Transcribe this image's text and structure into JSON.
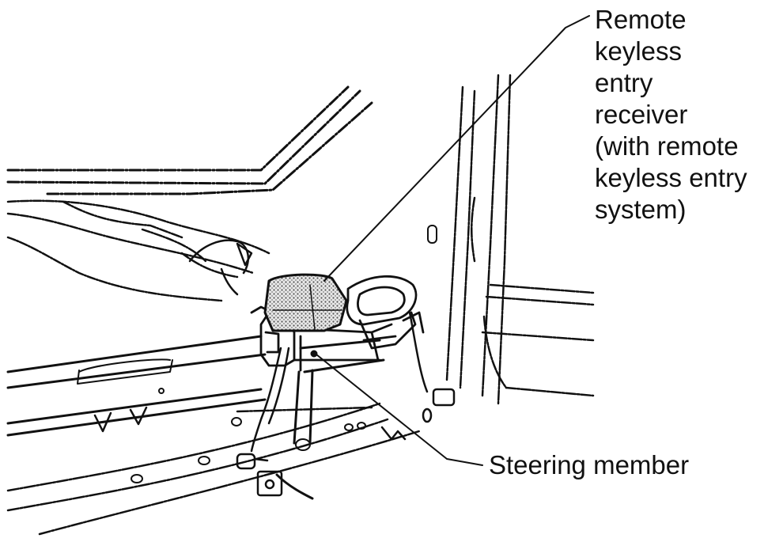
{
  "labels": {
    "receiver": [
      "Remote",
      "keyless",
      "entry",
      "receiver",
      "(with remote",
      "keyless entry",
      "system)"
    ],
    "steering_member": "Steering member"
  },
  "colors": {
    "ink": "#111111",
    "background": "#ffffff",
    "stipple": "#555555"
  }
}
